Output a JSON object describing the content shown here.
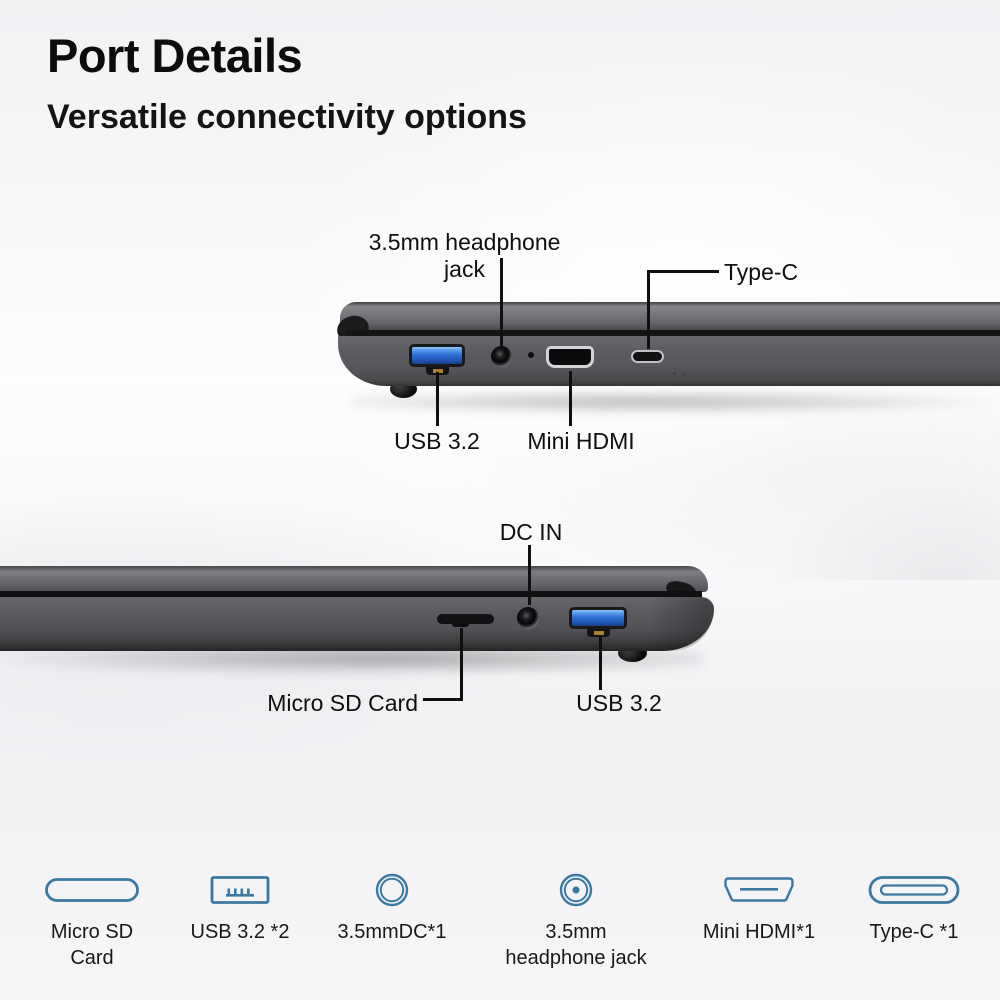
{
  "header": {
    "title": "Port Details",
    "subtitle": "Versatile connectivity options"
  },
  "right_side_view": {
    "callouts": {
      "headphone_jack": "3.5mm headphone jack",
      "type_c": "Type-C",
      "usb": "USB 3.2",
      "mini_hdmi": "Mini HDMI"
    }
  },
  "left_side_view": {
    "callouts": {
      "dc_in": "DC IN",
      "micro_sd": "Micro SD Card",
      "usb": "USB 3.2"
    }
  },
  "legend": {
    "items": [
      {
        "icon": "micro-sd-card-icon",
        "label": "Micro SD\nCard"
      },
      {
        "icon": "usb-port-icon",
        "label": "USB 3.2 *2"
      },
      {
        "icon": "dc-jack-icon",
        "label": "3.5mmDC*1"
      },
      {
        "icon": "headphone-jack-icon",
        "label": "3.5mm\nheadphone jack"
      },
      {
        "icon": "mini-hdmi-icon",
        "label": "Mini HDMI*1"
      },
      {
        "icon": "type-c-icon",
        "label": "Type-C *1"
      }
    ]
  },
  "colors": {
    "legend_icon_stroke": "#3B79A1",
    "usb_port_blue": "#2E6FD6",
    "laptop_body_gray": "#58585C",
    "text_dark": "#111111",
    "background_tint": "#F2F2F5"
  }
}
